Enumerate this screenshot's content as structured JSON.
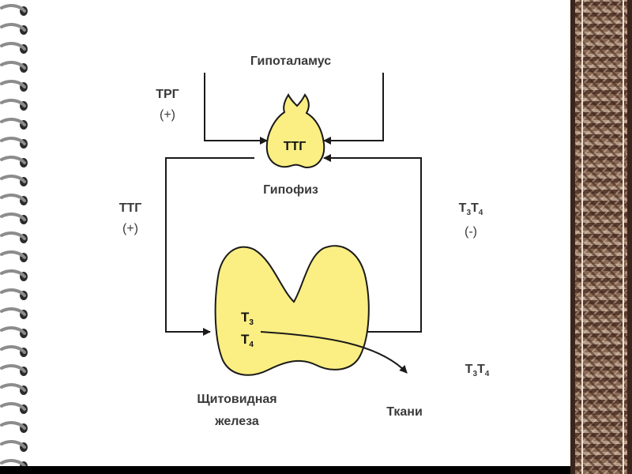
{
  "diagram": {
    "hypothalamus": "Гипоталамус",
    "trh": {
      "name": "ТРГ",
      "sign": "(+)"
    },
    "pituitary": {
      "name": "Гипофиз",
      "hormone": "ТТГ"
    },
    "tsh_side": {
      "name": "ТТГ",
      "sign": "(+)"
    },
    "feedback": {
      "t": "Т",
      "sub1": "3",
      "t2": "Т",
      "sub2": "4",
      "sign": "(-)"
    },
    "thyroid": {
      "line1": "Щитовидная",
      "line2": "железа",
      "t3": "Т",
      "t3sub": "3",
      "t4": "Т",
      "t4sub": "4"
    },
    "tissues": "Ткани",
    "tissue_hormones": {
      "t": "Т",
      "sub1": "3",
      "t2": "Т",
      "sub2": "4"
    }
  },
  "colors": {
    "gland_fill": "#fbee83",
    "line": "#1a1a1a",
    "text": "#3a3a3a"
  }
}
